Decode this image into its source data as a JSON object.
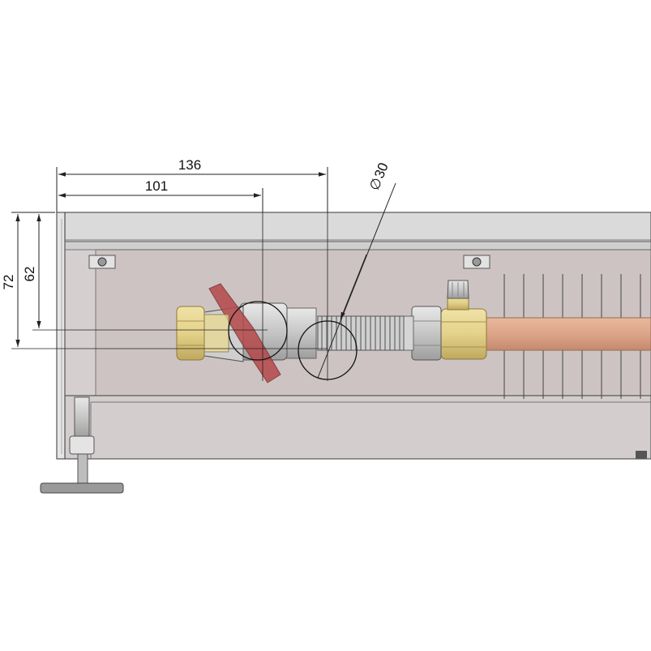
{
  "dimensions": {
    "overall_length": "136",
    "valve_offset": "101",
    "pipe_diameter": "30",
    "diameter_symbol": "∅",
    "height_total": "72",
    "height_axis": "62"
  },
  "colors": {
    "housing_fill": "#d9d4d4",
    "housing_stroke": "#555555",
    "interior_fill": "#c8bcbc",
    "brass": "#e4d28a",
    "brass_dark": "#b8a052",
    "copper": "#dca488",
    "steel": "#c9c9c9",
    "handle_red": "#b5484a",
    "dim_line": "#222222"
  }
}
